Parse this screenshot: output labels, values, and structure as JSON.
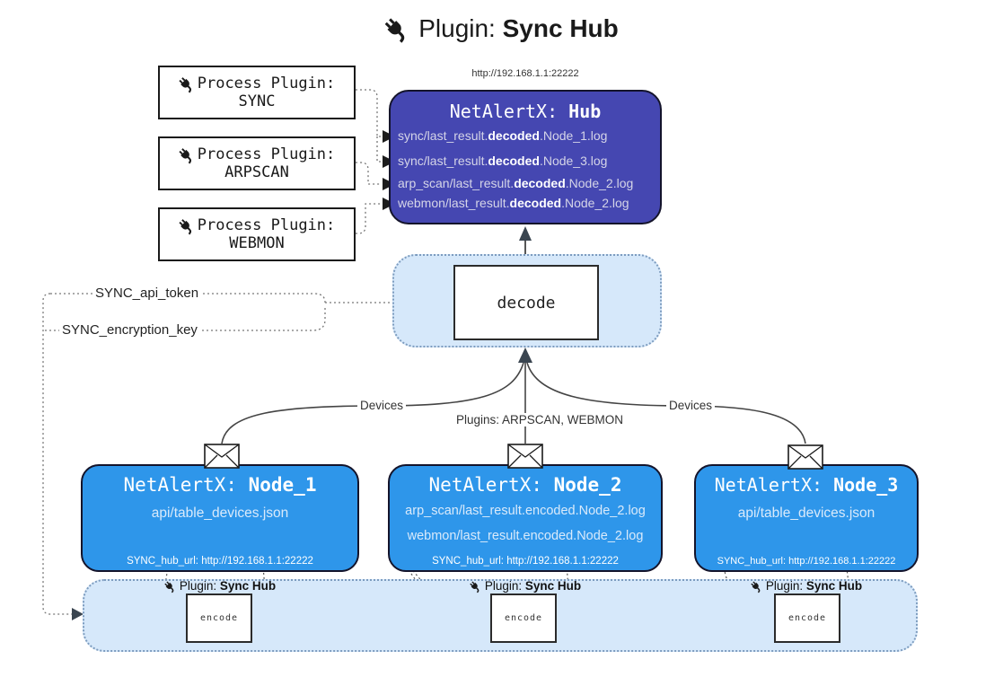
{
  "title": {
    "prefix": "Plugin: ",
    "bold": "Sync Hub"
  },
  "colors": {
    "hub_fill": "#4547b1",
    "node_fill": "#2e96ea",
    "band_fill": "#d6e8fa",
    "band_border": "#7d9cbf"
  },
  "process_plugins": [
    {
      "label": "Process Plugin:",
      "name": "SYNC"
    },
    {
      "label": "Process Plugin:",
      "name": "ARPSCAN"
    },
    {
      "label": "Process Plugin:",
      "name": "WEBMON"
    }
  ],
  "hub": {
    "url": "http://192.168.1.1:22222",
    "title_prefix": "NetAlertX: ",
    "title_bold": "Hub",
    "lines": [
      {
        "pre": "sync/last_result.",
        "bold": "decoded",
        "post": ".Node_1.log"
      },
      {
        "pre": "sync/last_result.",
        "bold": "decoded",
        "post": ".Node_3.log"
      },
      {
        "pre": "arp_scan/last_result.",
        "bold": "decoded",
        "post": ".Node_2.log"
      },
      {
        "pre": "webmon/last_result.",
        "bold": "decoded",
        "post": ".Node_2.log"
      }
    ]
  },
  "decode": {
    "label": "decode"
  },
  "tokens": {
    "api_token": "SYNC_api_token",
    "encryption_key": "SYNC_encryption_key"
  },
  "edges": {
    "devices_left": "Devices",
    "plugins_center": "Plugins: ARPSCAN, WEBMON",
    "devices_right": "Devices"
  },
  "nodes": [
    {
      "title_prefix": "NetAlertX: ",
      "title_bold": "Node_1",
      "lines": [
        "api/table_devices.json"
      ],
      "footer": "SYNC_hub_url: http://192.168.1.1:22222"
    },
    {
      "title_prefix": "NetAlertX: ",
      "title_bold": "Node_2",
      "lines": [
        "arp_scan/last_result.encoded.Node_2.log",
        "webmon/last_result.encoded.Node_2.log"
      ],
      "footer": "SYNC_hub_url: http://192.168.1.1:22222"
    },
    {
      "title_prefix": "NetAlertX: ",
      "title_bold": "Node_3",
      "lines": [
        "api/table_devices.json"
      ],
      "footer": "SYNC_hub_url: http://192.168.1.1:22222"
    }
  ],
  "encode_sections": [
    {
      "label_prefix": "Plugin: ",
      "label_bold": "Sync Hub",
      "box_label": "encode"
    },
    {
      "label_prefix": "Plugin: ",
      "label_bold": "Sync Hub",
      "box_label": "encode"
    },
    {
      "label_prefix": "Plugin: ",
      "label_bold": "Sync Hub",
      "box_label": "encode"
    }
  ]
}
